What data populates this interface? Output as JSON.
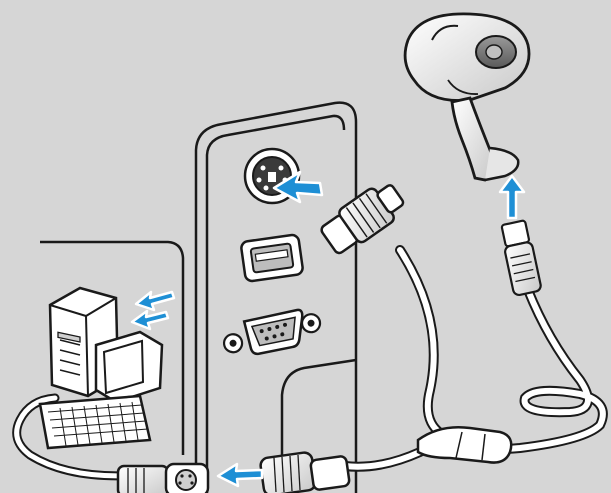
{
  "figure": {
    "background": "#d6d6d6",
    "line_color": "#1a1a1a",
    "arrow_fill": "#1e8fd5",
    "arrow_outline": "#ffffff",
    "cable_fill": "#ffffff"
  },
  "parts": [
    {
      "id": "scanner",
      "icon": "handheld-barcode-scanner-icon"
    },
    {
      "id": "host-computer",
      "icon": "desktop-computer-icon"
    },
    {
      "id": "ps2-port",
      "icon": "ps2-port-icon"
    },
    {
      "id": "usb-port",
      "icon": "usb-port-icon"
    },
    {
      "id": "serial-port",
      "icon": "db9-serial-port-icon"
    },
    {
      "id": "y-cable",
      "icon": "keyboard-wedge-y-cable-icon"
    },
    {
      "id": "rj45-connector",
      "icon": "rj45-connector-icon"
    }
  ]
}
